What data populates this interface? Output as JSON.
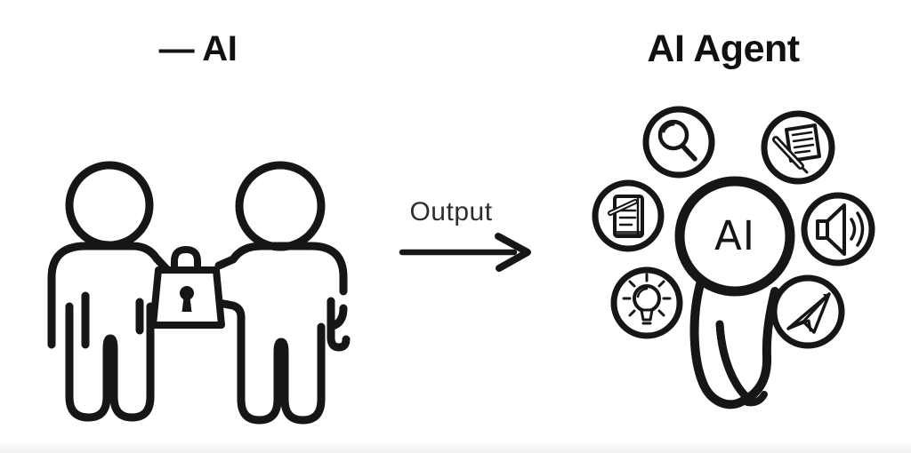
{
  "diagram": {
    "left": {
      "title": "— AI",
      "illustration": "two-people-exchanging-locked-bag",
      "icons": [
        "person-icon",
        "person-icon",
        "locked-bag-icon"
      ]
    },
    "connector": {
      "label": "Output",
      "direction": "left-to-right"
    },
    "right": {
      "title": "AI Agent",
      "center_label": "AI",
      "orbit_icons": [
        "search-icon",
        "writing-icon",
        "notes-icon",
        "audio-icon",
        "idea-icon",
        "send-icon"
      ]
    },
    "colors": {
      "background": "#ffffff",
      "ink": "#161616",
      "label_text": "#2d2d2d"
    }
  }
}
